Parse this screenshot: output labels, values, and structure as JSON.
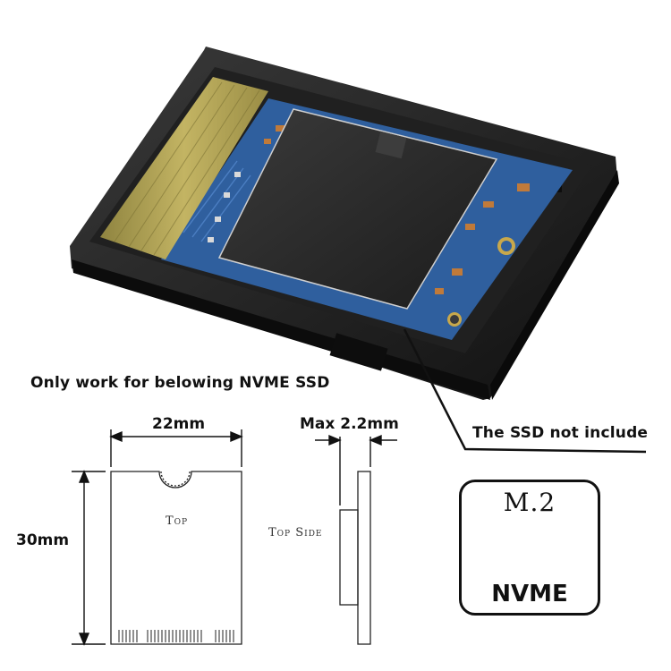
{
  "texts": {
    "compatibility_note": "Only work for belowing NVME SSD",
    "ssd_not_included": "The SSD not include"
  },
  "diagram": {
    "width_label": "22mm",
    "height_label": "30mm",
    "thickness_label": "Max 2.2mm",
    "top_label": "Top",
    "top_side_label": "Top Side"
  },
  "badge": {
    "title": "M.2",
    "subtitle": "NVME"
  },
  "colors": {
    "enclosure": "#1a1a1a",
    "pcb": "#2f5f9e",
    "gold_contacts": "#b3a24a",
    "chip": "#2a2a2a"
  }
}
